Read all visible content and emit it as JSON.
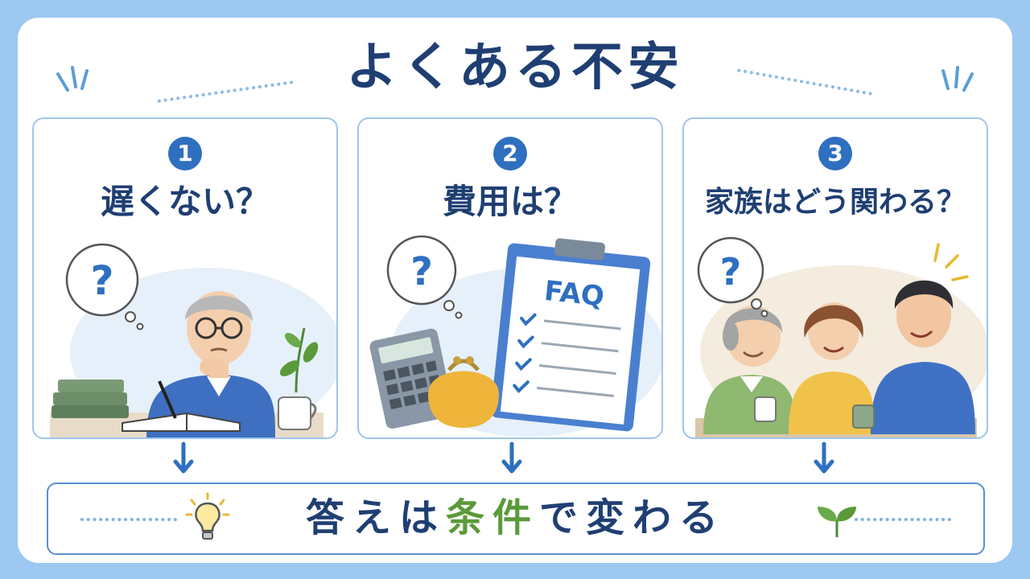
{
  "title": "よくある不安",
  "cards": [
    {
      "number": "1",
      "question": "遅くない？"
    },
    {
      "number": "2",
      "question": "費用は？",
      "clipboard_label": "FAQ"
    },
    {
      "number": "3",
      "question": "家族はどう関わる？"
    }
  ],
  "bubble_mark": "?",
  "answer": {
    "prefix": "答えは",
    "highlight": "条件",
    "suffix": "で変わる"
  },
  "colors": {
    "background": "#9cc8f2",
    "navy": "#1f3f73",
    "accent_blue": "#2f6fc0",
    "green": "#5a9a3a"
  },
  "icons": [
    "question-bubble-icon",
    "down-arrow-icon",
    "lightbulb-icon",
    "sprout-icon",
    "checkmark-icon"
  ]
}
